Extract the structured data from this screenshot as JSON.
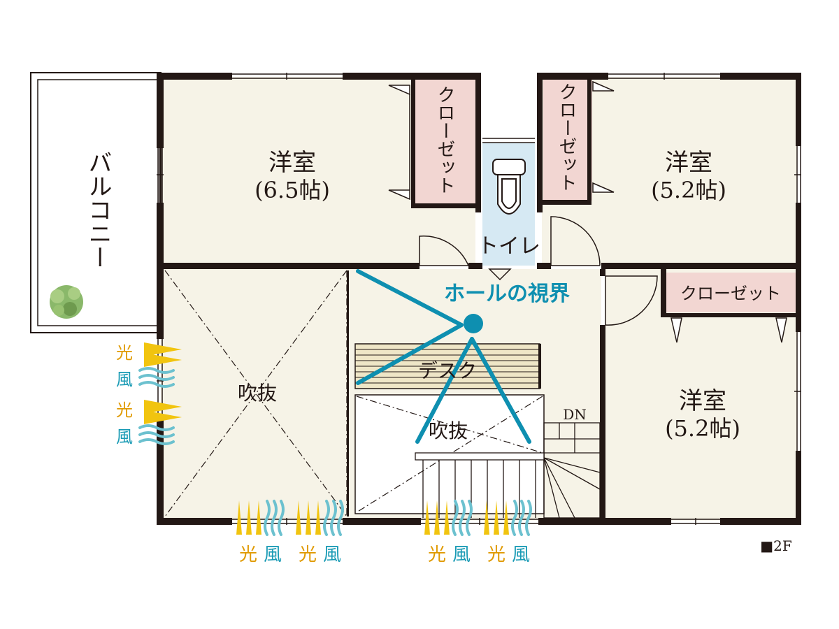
{
  "rooms": {
    "balcony": {
      "label": "バルコニー"
    },
    "room_left": {
      "name": "洋室",
      "size": "(6.5帖)"
    },
    "room_right_top": {
      "name": "洋室",
      "size": "(5.2帖)"
    },
    "room_right_bottom": {
      "name": "洋室",
      "size": "(5.2帖)"
    },
    "closet_left": {
      "label": "クローゼット"
    },
    "closet_right": {
      "label": "クローゼット"
    },
    "closet_bottom": {
      "label": "クローゼット"
    },
    "toilet": {
      "label": "トイレ"
    },
    "void_left": {
      "label": "吹抜"
    },
    "void_center": {
      "label": "吹抜"
    },
    "desk": {
      "label": "デスク"
    },
    "stairs": {
      "label": "DN"
    }
  },
  "hall_view": {
    "label": "ホールの視界"
  },
  "light_label": "光",
  "wind_label": "風",
  "floor_label": "■2F",
  "colors": {
    "wall": "#231815",
    "floor": "#f6f3e7",
    "closet": "#f2d6d2",
    "toilet": "#d6e9f3",
    "view": "#0e8fb0",
    "light": "#f1c40f",
    "light_text": "#e09a00",
    "wind": "#6cc1cf",
    "wind_text": "#1a9bb5"
  },
  "icons": {
    "plant": "plant-icon",
    "toilet": "toilet-icon"
  }
}
